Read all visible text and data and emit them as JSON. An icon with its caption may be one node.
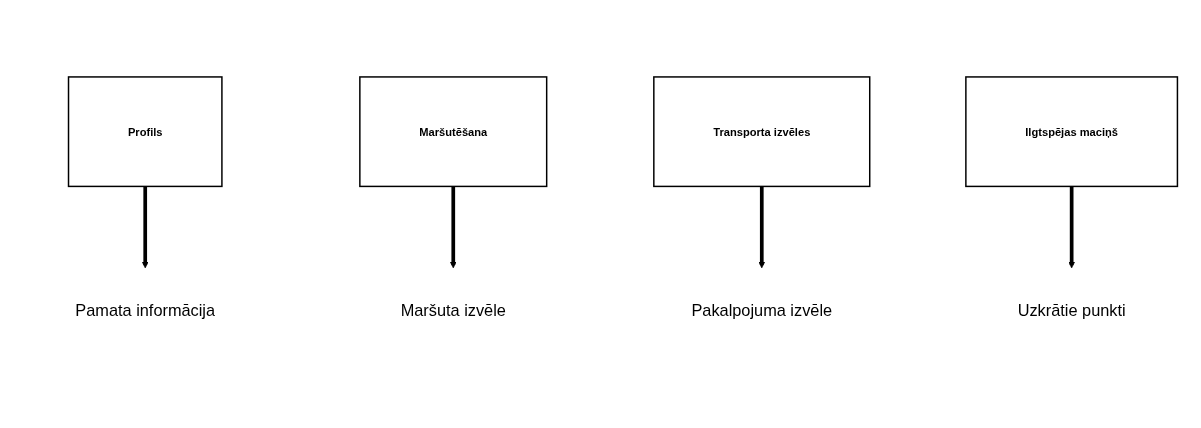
{
  "diagram": {
    "nodes": [
      {
        "text": [
          "Profils"
        ]
      },
      {
        "text": [
          "Maršutēšana"
        ]
      },
      {
        "text": [
          "Transporta izvēles"
        ]
      },
      {
        "text": [
          "Ilgtspējas maciņš"
        ]
      },
      {
        "text": [
          "Pamata informācija"
        ]
      },
      {
        "text": [
          "Maršuta izvēle"
        ]
      },
      {
        "text": [
          "Pakalpojuma izvēle"
        ]
      },
      {
        "text": [
          "Uzkrātie punkti"
        ]
      }
    ],
    "edges": [
      {
        "from": 0,
        "to": 4,
        "arrow": "to"
      },
      {
        "from": 1,
        "to": 5,
        "arrow": "to"
      },
      {
        "from": 2,
        "to": 6,
        "arrow": "to"
      },
      {
        "from": 3,
        "to": 7,
        "arrow": "to"
      }
    ]
  }
}
